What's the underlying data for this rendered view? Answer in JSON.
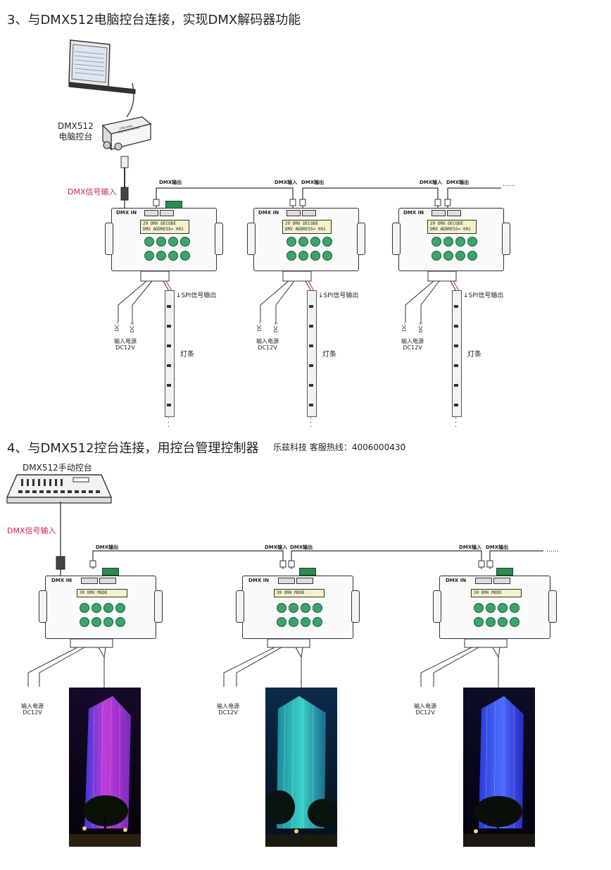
{
  "section3": {
    "title": "3、与DMX512电脑控台连接，实现DMX解码器功能",
    "pc_console_label": "DMX512\n电脑控台",
    "pc_console_label_line1": "DMX512",
    "pc_console_label_line2": "电脑控台",
    "converter_text": "USB-DMX\nSignalconverter",
    "dmx_signal_input": "DMX信号输入",
    "dmx_out": "DMX输出",
    "dmx_in": "DMX输入",
    "continuation": "……",
    "controller": {
      "dmx_in_label": "DMX IN",
      "lcd_line1": "29 DMX DECODE",
      "lcd_line2": "DMX ADDRESS= 001"
    },
    "spi_output": "SPI信号输出",
    "power_label_line1": "输入电源",
    "power_label_line2": "DC12V",
    "light_strip": "灯条",
    "dc_plus": "DC+",
    "dc_minus": "DC-"
  },
  "section4": {
    "title": "4、与DMX512控台连接，用控台管理控制器",
    "company": "乐兹科技 客服热线：4006000430",
    "manual_console_label": "DMX512手动控台",
    "dmx_signal_input": "DMX信号输入",
    "dmx_out": "DMX输出",
    "dmx_in": "DMX输入",
    "continuation": "……",
    "controller": {
      "dmx_in_label": "DMX IN",
      "lcd_line1": "30 DMX MODE"
    },
    "power_label_line1": "输入电源",
    "power_label_line2": "DC12V"
  },
  "colors": {
    "accent_red": "#cc2255",
    "knob_green": "#3aa56a",
    "lcd_bg": "#f2f2c8"
  }
}
